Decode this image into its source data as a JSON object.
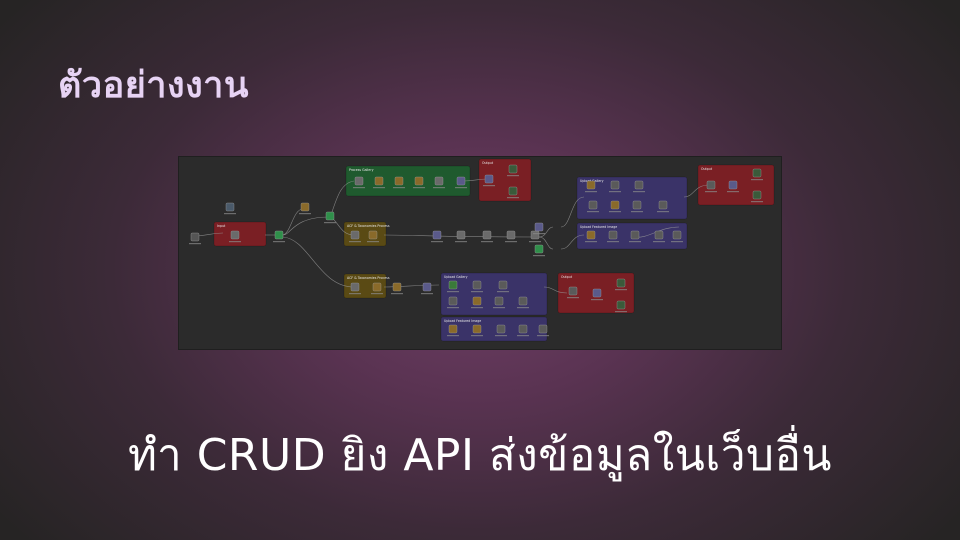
{
  "slide": {
    "heading": "ตัวอย่างงาน",
    "subtitle": "ทำ CRUD ยิง API ส่งข้อมูลในเว็บอื่น"
  },
  "workflow": {
    "groups": [
      {
        "label": "Input",
        "color": "#7a1f24"
      },
      {
        "label": "Process Gallery",
        "color": "#1f5a2e"
      },
      {
        "label": "Output",
        "color": "#7a1f24"
      },
      {
        "label": "ACF & Taxonomies Process",
        "color": "#5a4a14"
      },
      {
        "label": "ACF & Taxonomies Process",
        "color": "#5a4a14"
      },
      {
        "label": "Upload Gallery",
        "color": "#3a3368"
      },
      {
        "label": "Upload Featured Image",
        "color": "#3a3368"
      },
      {
        "label": "Output",
        "color": "#7a1f24"
      },
      {
        "label": "Upload Gallery",
        "color": "#3a3368"
      },
      {
        "label": "Upload Featured Image",
        "color": "#3a3368"
      },
      {
        "label": "Output",
        "color": "#7a1f24"
      }
    ]
  }
}
